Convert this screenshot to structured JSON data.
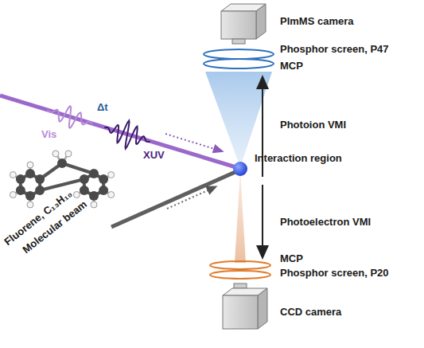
{
  "diagram": {
    "labels": [
      "PImMS camera",
      "Phosphor screen, P47",
      "MCP",
      "Photoion VMI",
      "Interaction region",
      "Photoelectron VMI",
      "MCP",
      "Phosphor screen, P20",
      "CCD camera",
      "Vis",
      "Δt",
      "XUV",
      "Fluorene, C₁₃H₁₀",
      "Molecular beam"
    ]
  }
}
